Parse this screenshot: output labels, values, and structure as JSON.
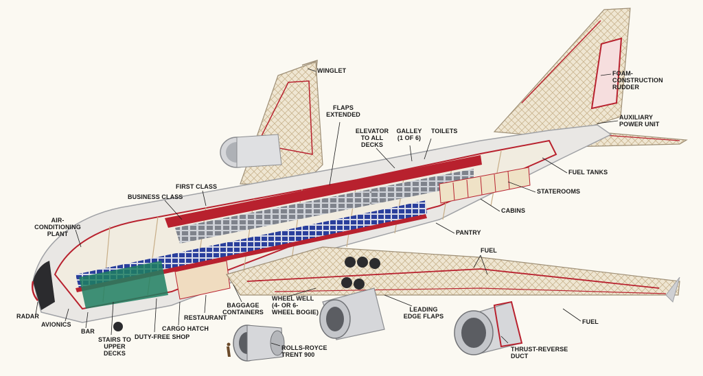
{
  "labels": {
    "winglet": "WINGLET",
    "flaps_extended": "FLAPS\nEXTENDED",
    "elevator": "ELEVATOR\nTO ALL\nDECKS",
    "galley": "GALLEY\n(1 OF 6)",
    "toilets": "TOILETS",
    "foam_rudder": "FOAM-\nCONSTRUCTION\nRUDDER",
    "apu": "AUXILIARY\nPOWER UNIT",
    "fuel_tanks": "FUEL TANKS",
    "staterooms": "STATEROOMS",
    "cabins": "CABINS",
    "pantry": "PANTRY",
    "fuel_wing": "FUEL",
    "fuel_tip": "FUEL",
    "first_class": "FIRST CLASS",
    "business_class": "BUSINESS CLASS",
    "air_conditioning": "AIR-\nCONDITIONING\nPLANT",
    "radar": "RADAR",
    "avionics": "AVIONICS",
    "bar": "BAR",
    "stairs": "STAIRS TO\nUPPER DECKS",
    "duty_free": "DUTY-FREE SHOP",
    "cargo_hatch": "CARGO HATCH",
    "restaurant": "RESTAURANT",
    "baggage": "BAGGAGE\nCONTAINERS",
    "wheel_well": "WHEEL WELL\n(4- OR 6-\nWHEEL BOGIE)",
    "leading_edge": "LEADING\nEDGE FLAPS",
    "rolls_royce": "ROLLS-ROYCE\nTRENT 900",
    "thrust_reverse": "THRUST-REVERSE\nDUCT"
  },
  "colors": {
    "background": "#fbf9f2",
    "skin": "#e9e7e4",
    "frame": "#d8c7a6",
    "cutaway_red": "#b8212e",
    "seat_blue": "#2a3f9c",
    "seat_grey": "#8c8f96",
    "floor_green": "#1f7f62",
    "label_text": "#1a1a1a"
  }
}
